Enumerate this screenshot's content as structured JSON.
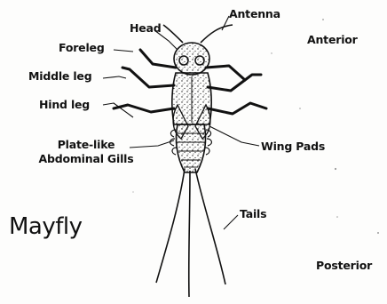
{
  "diagram": {
    "title": "Mayfly",
    "labels": {
      "head": "Head",
      "antenna": "Antenna",
      "anterior": "Anterior",
      "foreleg": "Foreleg",
      "middle_leg": "Middle leg",
      "hind_leg": "Hind leg",
      "gills_line1": "Plate-like",
      "gills_line2": "Abdominal Gills",
      "wing_pads": "Wing Pads",
      "tails": "Tails",
      "posterior": "Posterior"
    },
    "colors": {
      "ink": "#111111",
      "paper": "#fdfdfc"
    }
  }
}
